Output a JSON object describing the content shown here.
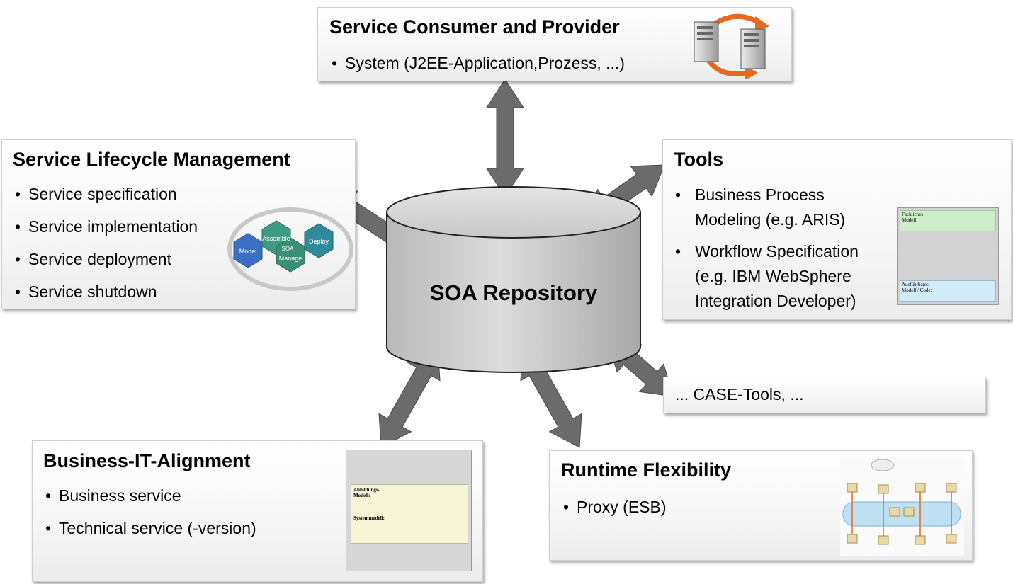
{
  "repository": {
    "title": "SOA Repository"
  },
  "consumer": {
    "title": "Service Consumer and Provider",
    "items": [
      "System (J2EE-Application,Prozess, ...)"
    ],
    "icon": "servers-sync-icon"
  },
  "lifecycle": {
    "title": "Service Lifecycle Management",
    "items": [
      "Service specification",
      "Service implementation",
      "Service deployment",
      "Service shutdown"
    ],
    "graphic": {
      "center": "SOA",
      "hexes": [
        "Model",
        "Assemble",
        "Deploy",
        "Manage"
      ]
    }
  },
  "tools": {
    "title": "Tools",
    "items": [
      "Business Process Modeling (e.g. ARIS)",
      "Workflow Specification (e.g. IBM WebSphere Integration Developer)"
    ],
    "thumbnail": {
      "top_label_1": "Fachliches",
      "top_label_2": "Modell:",
      "bottom_label_1": "Ausführbares",
      "bottom_label_2": "Modell / Code:"
    }
  },
  "case_tools": {
    "text": "... CASE-Tools, ..."
  },
  "alignment": {
    "title": "Business-IT-Alignment",
    "items": [
      "Business service",
      "Technical service (-version)"
    ],
    "thumbnail": {
      "label_1": "Abbildungs-",
      "label_2": "Modell:",
      "label_3": "Systemmodell:"
    }
  },
  "runtime": {
    "title": "Runtime Flexibility",
    "items": [
      "Proxy (ESB)"
    ],
    "icon": "esb-architecture-icon"
  },
  "colors": {
    "arrow": "#6b6b6b",
    "cylinder": "#cfcfcf",
    "box_border": "#cfcfcf"
  }
}
